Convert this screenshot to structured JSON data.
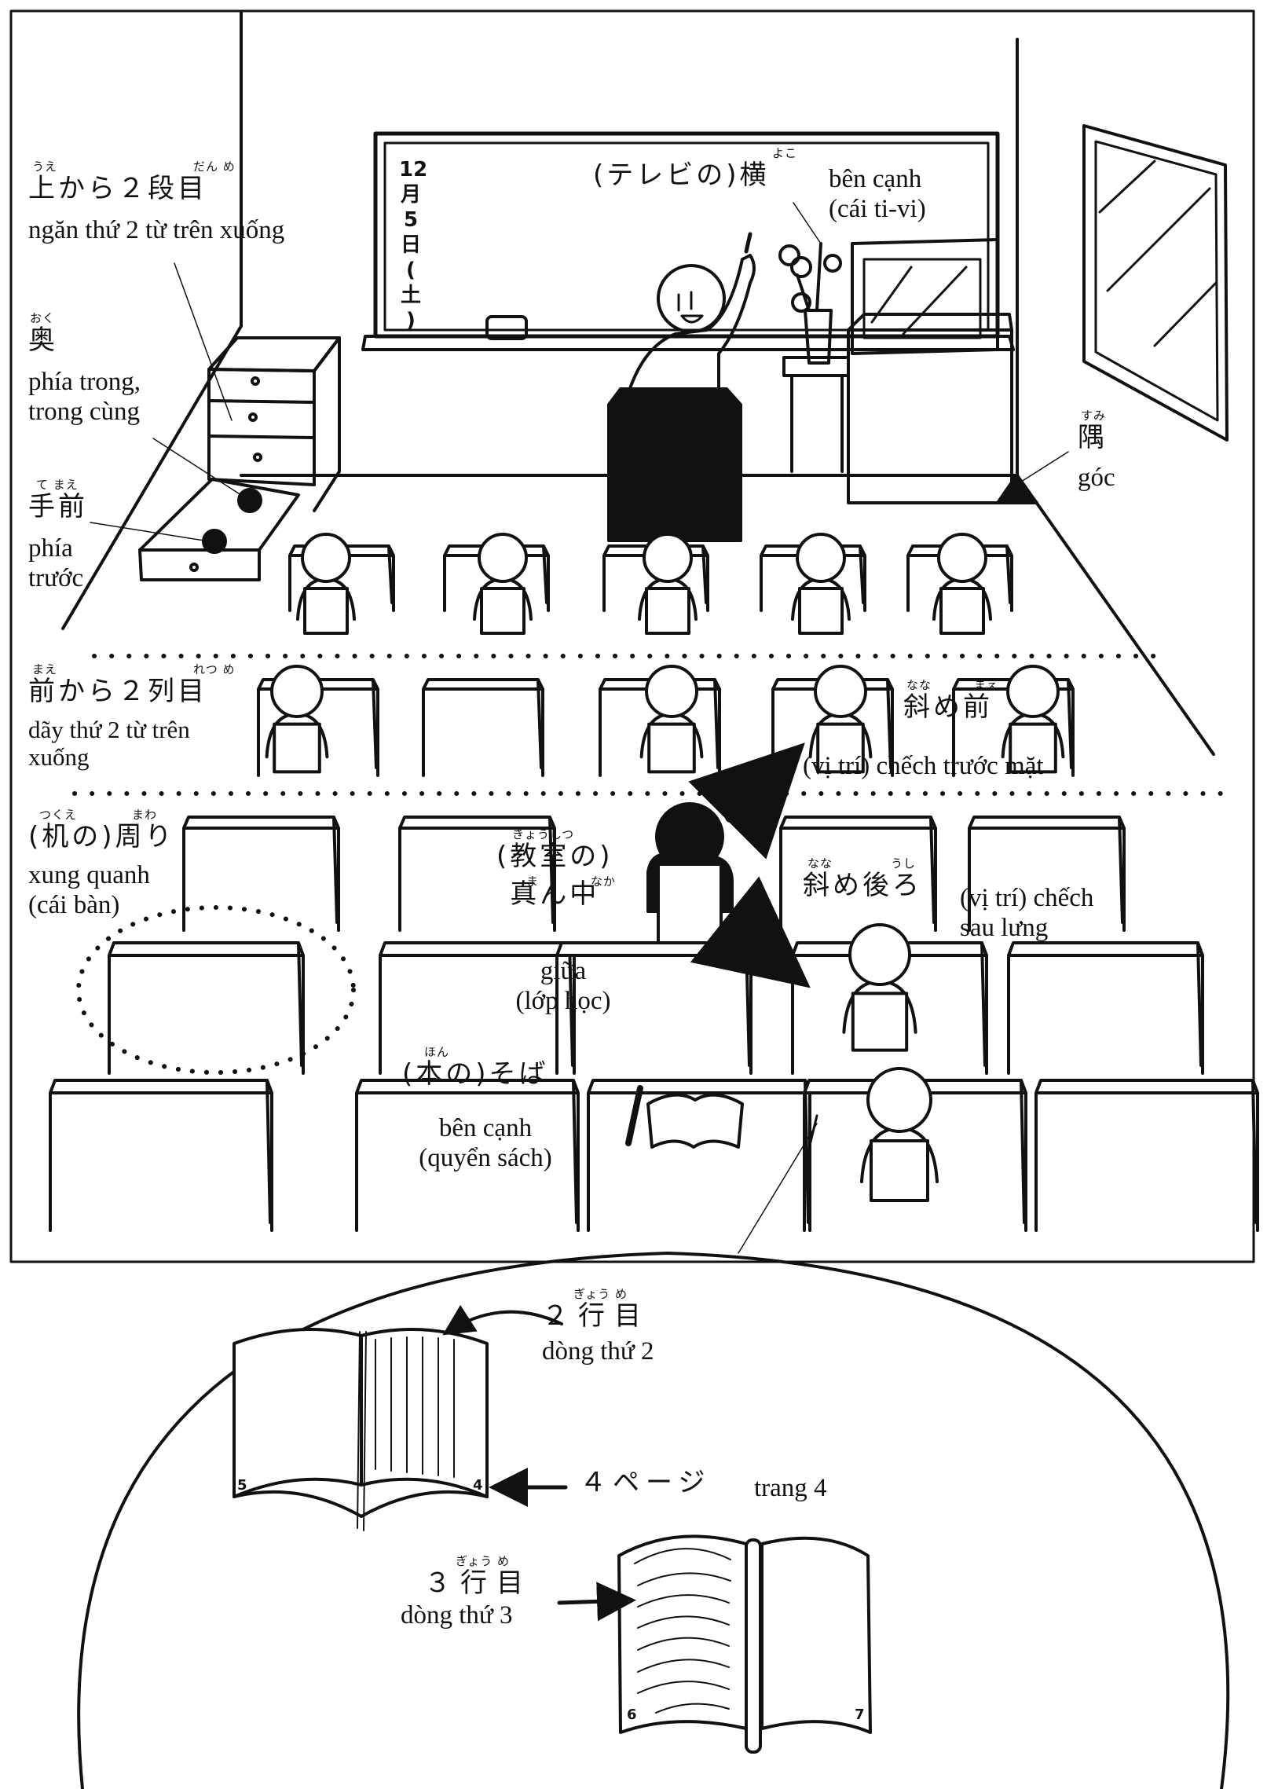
{
  "title": "Classroom position vocabulary (Japanese – Vietnamese)",
  "colors": {
    "ink": "#111111",
    "paper": "#ffffff",
    "lectern_fill": "#b8b8b8"
  },
  "blackboard": {
    "date_chars": [
      "12",
      "月",
      "5",
      "日",
      "(",
      "土",
      ")"
    ]
  },
  "labels": {
    "drawer_second": {
      "ruby": [
        "うえ",
        "だん め"
      ],
      "jp": "上から２段目",
      "vn": "ngăn thứ 2 từ trên xuống"
    },
    "oku": {
      "ruby": [
        "おく"
      ],
      "jp": "奥",
      "vn_lines": [
        "phía trong,",
        "trong cùng"
      ]
    },
    "temae": {
      "ruby": [
        "て まえ"
      ],
      "jp": "手前",
      "vn_lines": [
        "phía",
        "trước"
      ]
    },
    "tv_yoko": {
      "ruby": [
        "よこ"
      ],
      "jp": "(テレビの)横",
      "vn_lines": [
        "bên cạnh",
        "(cái ti-vi)"
      ]
    },
    "sumi": {
      "ruby": [
        "すみ"
      ],
      "jp": "隅",
      "vn": "góc"
    },
    "row_second": {
      "ruby": [
        "まえ",
        "れつ め"
      ],
      "jp": "前から２列目",
      "vn_lines": [
        "dãy thứ 2 từ trên",
        "xuống"
      ]
    },
    "naname_mae": {
      "ruby": [
        "なな",
        "まえ"
      ],
      "jp": "斜め前",
      "vn": "(vị trí) chếch trước mặt"
    },
    "tsukue_mawari": {
      "ruby": [
        "つくえ",
        "まわ"
      ],
      "jp": "(机の)周り",
      "vn_lines": [
        "xung quanh",
        "(cái bàn)"
      ]
    },
    "mannaka": {
      "ruby": [
        "きょうしつ",
        "ま",
        "なか"
      ],
      "jp_lines": [
        "(教室の)",
        "真ん中"
      ],
      "vn_lines": [
        "giữa",
        "(lớp học)"
      ]
    },
    "naname_ushiro": {
      "ruby": [
        "なな",
        "うし"
      ],
      "jp": "斜め後ろ",
      "vn_lines": [
        "(vị trí) chếch",
        "sau lưng"
      ]
    },
    "hon_soba": {
      "ruby": [
        "ほん"
      ],
      "jp": "(本の)そば",
      "vn_lines": [
        "bên cạnh",
        "(quyển sách)"
      ]
    }
  },
  "inset": {
    "line2": {
      "ruby": [
        "ぎょう め"
      ],
      "jp": "２行目",
      "vn": "dòng thứ 2"
    },
    "page4": {
      "jp": "４ページ",
      "vn": "trang 4"
    },
    "line3": {
      "ruby": [
        "ぎょう め"
      ],
      "jp": "３行目",
      "vn": "dòng thứ 3"
    },
    "book1_pages": [
      "5",
      "4"
    ],
    "book2_pages": [
      "6",
      "7"
    ]
  }
}
